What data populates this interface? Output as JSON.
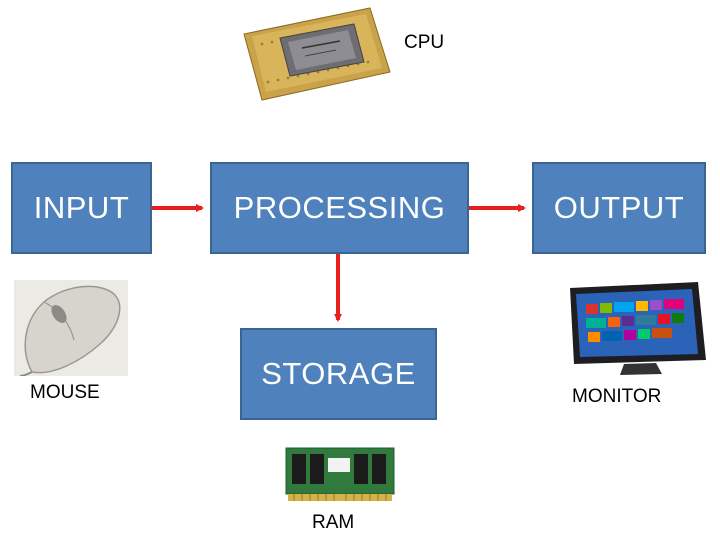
{
  "boxes": {
    "input": "INPUT",
    "processing": "PROCESSING",
    "output": "OUTPUT",
    "storage": "STORAGE"
  },
  "devices": {
    "cpu": "CPU",
    "mouse": "MOUSE",
    "monitor": "MONITOR",
    "ram": "RAM"
  },
  "colors": {
    "box_fill": "#4f81bd",
    "arrow": "#e81f1f"
  },
  "icons": [
    "cpu-chip-icon",
    "mouse-icon",
    "monitor-icon",
    "ram-module-icon"
  ]
}
